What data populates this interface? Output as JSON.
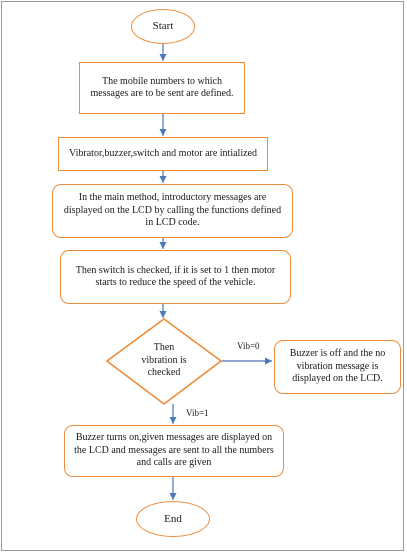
{
  "flowchart": {
    "start": "Start",
    "step_define_numbers": "The mobile numbers to which messages are to be sent are defined.",
    "step_initialize": "Vibrator,buzzer,switch and motor are intialized",
    "step_intro_messages": "In the main method, introductory messages are displayed on the LCD by calling the functions defined in LCD code.",
    "step_switch_check": "Then switch is checked, if it is set to 1 then motor starts to reduce the speed of the vehicle.",
    "decision_vibration": "Then vibration is checked",
    "label_vib0": "Vib=0",
    "label_vib1": "Vib=1",
    "step_buzzer_off": "Buzzer is off and the no vibration message is displayed on the LCD.",
    "step_buzzer_on": "Buzzer turns on,given messages are displayed on the LCD and messages are sent to all the numbers and calls are given",
    "end": "End"
  },
  "colors": {
    "node_border": "#ef8c3a",
    "connector": "#4a78b8"
  }
}
